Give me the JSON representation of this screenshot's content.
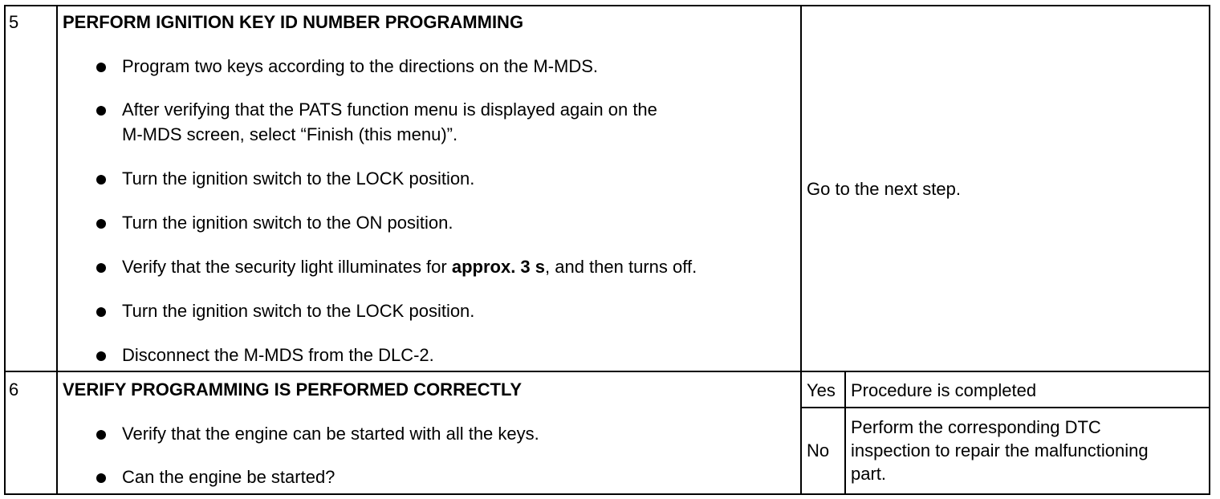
{
  "rows": [
    {
      "step": "5",
      "heading": "PERFORM IGNITION KEY ID NUMBER PROGRAMMING",
      "items": [
        {
          "text": "Program two keys according to the directions on the M-MDS."
        },
        {
          "line1": "After verifying that the PATS function menu is displayed again on the",
          "line2": "M-MDS screen, select “Finish (this menu)”."
        },
        {
          "text": "Turn the ignition switch to the LOCK position."
        },
        {
          "text": "Turn the ignition switch to the ON position."
        },
        {
          "pre": "Verify that the security light illuminates for ",
          "bold": "approx. 3 s",
          "post": ", and then turns off."
        },
        {
          "text": "Turn the ignition switch to the LOCK position."
        },
        {
          "text": "Disconnect the M-MDS from the DLC-2."
        }
      ],
      "action": "Go to the next step."
    },
    {
      "step": "6",
      "heading": "VERIFY PROGRAMMING IS PERFORMED CORRECTLY",
      "items": [
        {
          "text": "Verify that the engine can be started with all the keys."
        },
        {
          "text": "Can the engine be started?"
        }
      ],
      "results": [
        {
          "answer": "Yes",
          "action": "Procedure is completed"
        },
        {
          "answer": "No",
          "action_lines": [
            "Perform the corresponding DTC",
            "inspection to repair the malfunctioning",
            "part."
          ]
        }
      ]
    }
  ]
}
